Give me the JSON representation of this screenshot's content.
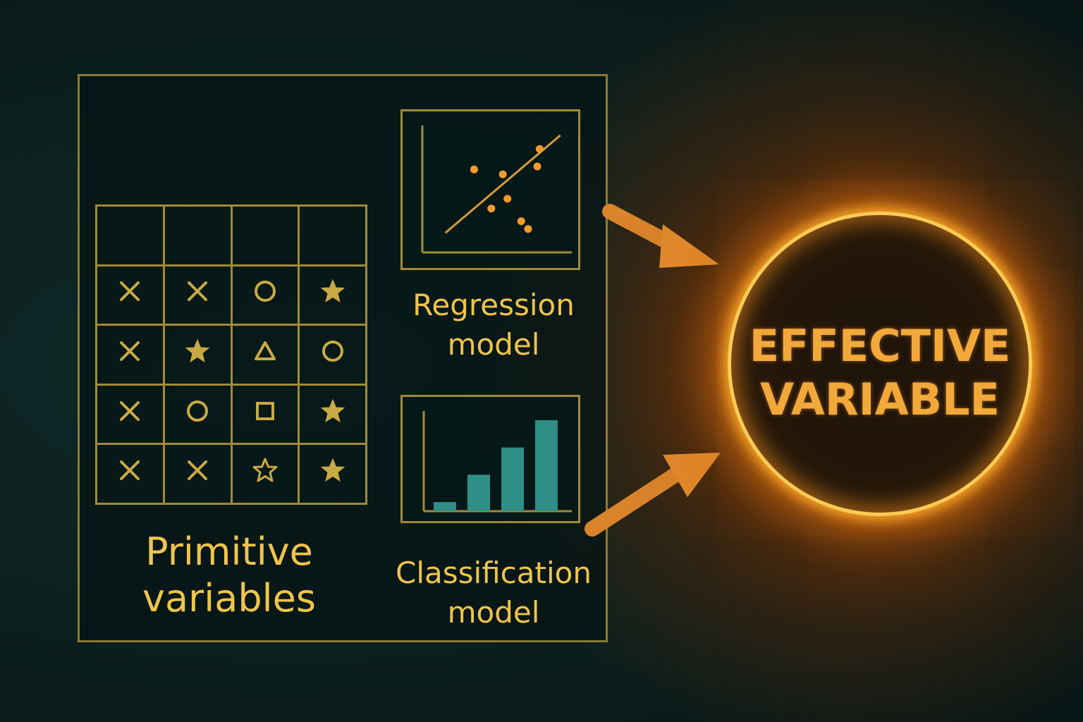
{
  "primitive": {
    "label": "Primitive\nvariables",
    "rows": [
      [
        "x",
        "x",
        "circle",
        "star"
      ],
      [
        "x",
        "star",
        "triangle",
        "circle"
      ],
      [
        "x",
        "circle",
        "square",
        "star"
      ],
      [
        "x",
        "x",
        "star-outline",
        "star"
      ]
    ]
  },
  "regression": {
    "label": "Regression\nmodel",
    "points": [
      [
        0.45,
        0.85
      ],
      [
        0.7,
        0.8
      ],
      [
        0.6,
        0.45
      ],
      [
        0.74,
        0.55
      ],
      [
        0.86,
        0.32
      ],
      [
        0.92,
        0.24
      ],
      [
        1.0,
        0.88
      ],
      [
        1.02,
        1.06
      ]
    ],
    "fit_line": [
      [
        0.2,
        0.2
      ],
      [
        1.2,
        1.2
      ]
    ]
  },
  "classification": {
    "label": "Classification\nmodel",
    "bars": [
      1,
      4,
      7,
      10
    ]
  },
  "effective": {
    "label": "EFFECTIVE\nVARIABLE"
  },
  "colors": {
    "accent": "#f0c44a",
    "glow": "#ffcc55",
    "bar": "#2f8f86",
    "point": "#f39a2e",
    "arrow": "#e08a2c"
  }
}
